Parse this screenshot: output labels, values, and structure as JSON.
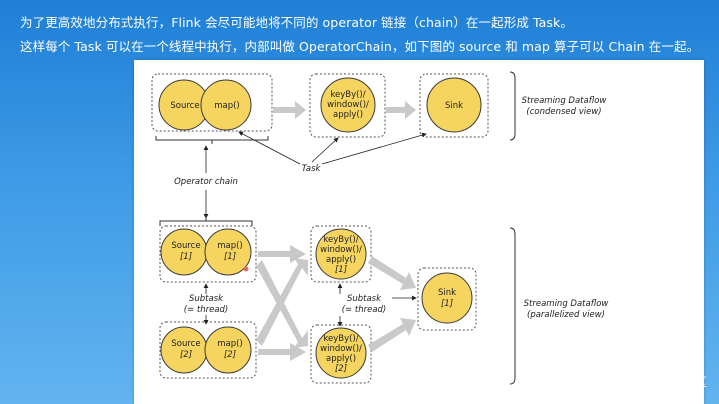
{
  "header": {
    "line1": "为了更高效地分布式执行，Flink 会尽可能地将不同的 operator 链接（chain）在一起形成 Task。",
    "line2": "这样每个 Task 可以在一个线程中执行，内部叫做 OperatorChain，如下图的 source 和 map 算子可以 Chain 在一起。"
  },
  "diagram": {
    "condensed": {
      "source": "Source",
      "map": "map()",
      "keyby": [
        "keyBy()/",
        "window()/",
        "apply()"
      ],
      "sink": "Sink",
      "label": [
        "Streaming Dataflow",
        "(condensed view)"
      ]
    },
    "task_label": "Task",
    "operator_chain_label": "Operator chain",
    "parallel": {
      "source1": [
        "Source",
        "[1]"
      ],
      "map1": [
        "map()",
        "[1]"
      ],
      "source2": [
        "Source",
        "[2]"
      ],
      "map2": [
        "map()",
        "[2]"
      ],
      "keyby1": [
        "keyBy()/",
        "window()/",
        "apply()",
        "[1]"
      ],
      "keyby2": [
        "keyBy()/",
        "window()/",
        "apply()",
        "[2]"
      ],
      "sink": [
        "Sink",
        "[1]"
      ],
      "subtask_left": [
        "Subtask",
        "(= thread)"
      ],
      "subtask_mid": [
        "Subtask",
        "(= thread)"
      ],
      "label": [
        "Streaming Dataflow",
        "(parallelized view)"
      ]
    }
  },
  "colors": {
    "node_fill": "#f5d45f",
    "node_stroke": "#3a3a3a",
    "arrow": "#c9c9c9",
    "background": "#2d8ddf"
  },
  "watermark": "@稀土掘金技术社区"
}
